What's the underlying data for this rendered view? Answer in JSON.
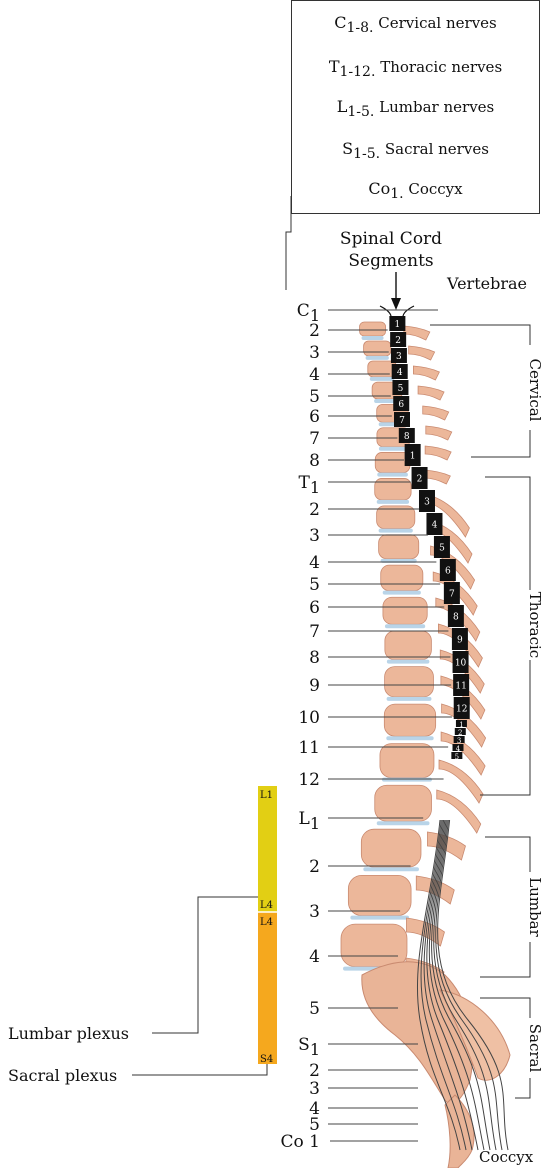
{
  "legend": [
    {
      "abbr": "C",
      "range": "1-8.",
      "text": "Cervical nerves"
    },
    {
      "abbr": "T",
      "range": "1-12.",
      "text": "Thoracic nerves"
    },
    {
      "abbr": "L",
      "range": "1-5.",
      "text": "Lumbar nerves"
    },
    {
      "abbr": "S",
      "range": "1-5.",
      "text": "Sacral nerves"
    },
    {
      "abbr": "Co",
      "range": "1.",
      "text": "Coccyx"
    }
  ],
  "labels": {
    "spinal_cord_line1": "Spinal Cord",
    "spinal_cord_line2": "Segments",
    "vertebrae": "Vertebrae",
    "cervical": "Cervical",
    "thoracic": "Thoracic",
    "lumbar": "Lumbar",
    "sacral": "Sacral",
    "coccyx": "Coccyx",
    "lumbar_plexus": "Lumbar plexus",
    "sacral_plexus": "Sacral plexus",
    "plexus_l1": "L1",
    "plexus_l4_top": "L4",
    "plexus_l4_bottom": "L4",
    "plexus_s4": "S4"
  },
  "nerve_labels": [
    {
      "base": "C",
      "sub": "1"
    },
    {
      "base": "2"
    },
    {
      "base": "3"
    },
    {
      "base": "4"
    },
    {
      "base": "5"
    },
    {
      "base": "6"
    },
    {
      "base": "7"
    },
    {
      "base": "8"
    },
    {
      "base": "T",
      "sub": "1"
    },
    {
      "base": "2"
    },
    {
      "base": "3"
    },
    {
      "base": "4"
    },
    {
      "base": "5"
    },
    {
      "base": "6"
    },
    {
      "base": "7"
    },
    {
      "base": "8"
    },
    {
      "base": "9"
    },
    {
      "base": "10"
    },
    {
      "base": "11"
    },
    {
      "base": "12"
    },
    {
      "base": "L",
      "sub": "1"
    },
    {
      "base": "2"
    },
    {
      "base": "3"
    },
    {
      "base": "4"
    },
    {
      "base": "5"
    },
    {
      "base": "S",
      "sub": "1"
    },
    {
      "base": "2"
    },
    {
      "base": "3"
    },
    {
      "base": "4"
    },
    {
      "base": "5"
    },
    {
      "base": "Co 1"
    }
  ],
  "cord_segments": [
    "1",
    "2",
    "3",
    "4",
    "5",
    "6",
    "7",
    "8",
    "1",
    "2",
    "3",
    "4",
    "5",
    "6",
    "7",
    "8",
    "9",
    "10",
    "11",
    "12",
    "1",
    "2",
    "3",
    "4",
    "5"
  ],
  "colors": {
    "bone": "#ecb79a",
    "bone_dark": "#c98a70",
    "disc": "#b9d4e8",
    "cord": "#111111",
    "lumbar_plexus": "#e2cf14",
    "sacral_plexus": "#f5a81e"
  }
}
